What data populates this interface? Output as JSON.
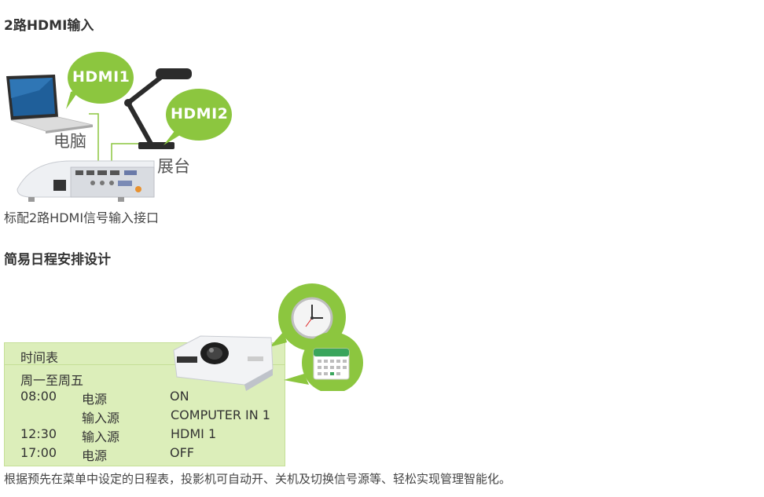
{
  "section1": {
    "heading": "2路HDMI输入",
    "bubble1": "HDMI1",
    "bubble2": "HDMI2",
    "label_laptop": "电脑",
    "label_camera": "展台",
    "caption": "标配2路HDMI信号输入接口"
  },
  "section2": {
    "heading": "简易日程安排设计",
    "schedule": {
      "title": "时间表",
      "day_range": "周一至周五",
      "rows": [
        {
          "time": "08:00",
          "item": "电源",
          "value": "ON"
        },
        {
          "time": "",
          "item": "输入源",
          "value": "COMPUTER IN 1"
        },
        {
          "time": "12:30",
          "item": "输入源",
          "value": "HDMI 1"
        },
        {
          "time": "17:00",
          "item": "电源",
          "value": "OFF"
        }
      ]
    },
    "caption": "根据预先在菜单中设定的日程表，投影机可自动开、关机及切换信号源等、轻松实现管理智能化。"
  },
  "colors": {
    "accent_green": "#8cc63f",
    "schedule_bg": "#dceeba",
    "device_dark": "#2b2b2b"
  }
}
